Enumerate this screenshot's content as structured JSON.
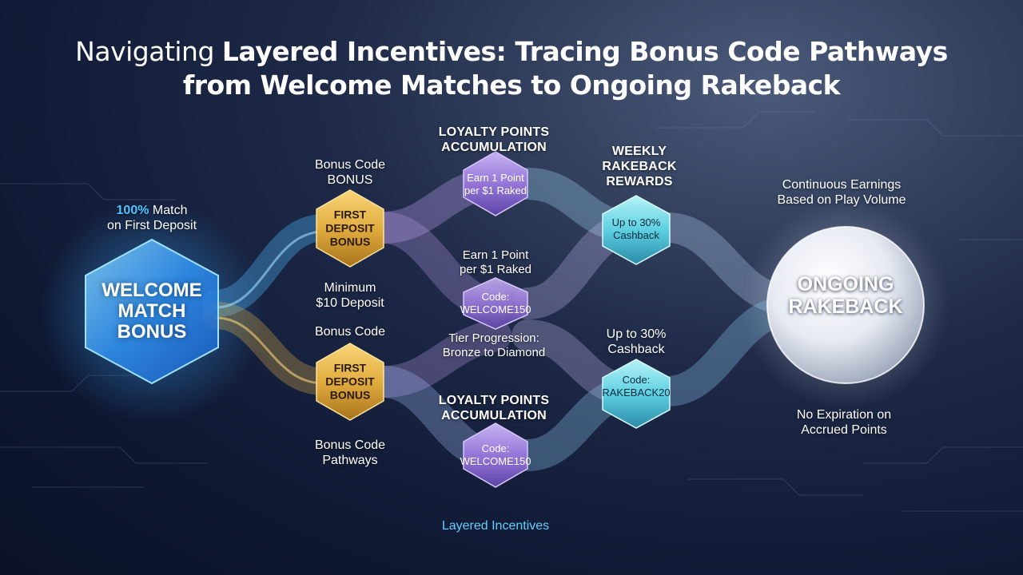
{
  "title": {
    "light": "Navigating ",
    "bold_line1": "Layered Incentives: Tracing Bonus Code Pathways",
    "bold_line2": "from Welcome Matches to Ongoing Rakeback"
  },
  "welcome": {
    "match_accent": "100%",
    "match_rest": " Match",
    "match_line2": "on First Deposit",
    "hex_line1": "WELCOME",
    "hex_line2": "MATCH",
    "hex_line3": "BONUS",
    "color": "#3aa8ff"
  },
  "upper_bonus": {
    "label_line1": "Bonus Code",
    "label_line2": "BONUS",
    "hex_line1": "FIRST",
    "hex_line2": "DEPOSIT",
    "hex_line3": "BONUS"
  },
  "minimum_deposit": {
    "line1": "Minimum",
    "line2": "$10 Deposit"
  },
  "lower_bonus": {
    "label": "Bonus Code",
    "hex_line1": "FIRST",
    "hex_line2": "DEPOSIT",
    "hex_line3": "BONUS",
    "caption_line1": "Bonus Code",
    "caption_line2": "Pathways"
  },
  "loyalty_top": {
    "title_line1": "LOYALTY POINTS",
    "title_line2": "ACCUMULATION",
    "hex_line1": "Earn 1 Point",
    "hex_line2": "per $1 Raked"
  },
  "middle": {
    "earn_line1": "Earn 1 Point",
    "earn_line2": "per $1 Raked",
    "code_line1": "Code:",
    "code_line2": "WELCOME150",
    "tier_line1": "Tier Progression:",
    "tier_line2": "Bronze to Diamond"
  },
  "loyalty_bottom": {
    "title_line1": "LOYALTY POINTS",
    "title_line2": "ACCUMULATION",
    "hex_line1": "Code:",
    "hex_line2": "WELCOME150"
  },
  "weekly": {
    "title_line1": "WEEKLY",
    "title_line2": "RAKEBACK",
    "title_line3": "REWARDS",
    "hex_line1": "Up to 30%",
    "hex_line2": "Cashback"
  },
  "rakeback_lower": {
    "label_line1": "Up to 30%",
    "label_line2": "Cashback",
    "hex_line1": "Code:",
    "hex_line2": "RAKEBACK20"
  },
  "ongoing": {
    "top_line1": "Continuous Earnings",
    "top_line2": "Based on Play Volume",
    "hex_line1": "ONGOING",
    "hex_line2": "RAKEBACK",
    "bottom_line1": "No Expiration on",
    "bottom_line2": "Accrued Points"
  },
  "footer": "Layered Incentives",
  "colors": {
    "blue": "#3aa8ff",
    "gold": "#e8b84a",
    "purple": "#a98be0",
    "cyan": "#5fd8e8",
    "silver": "#e8ecf4"
  }
}
